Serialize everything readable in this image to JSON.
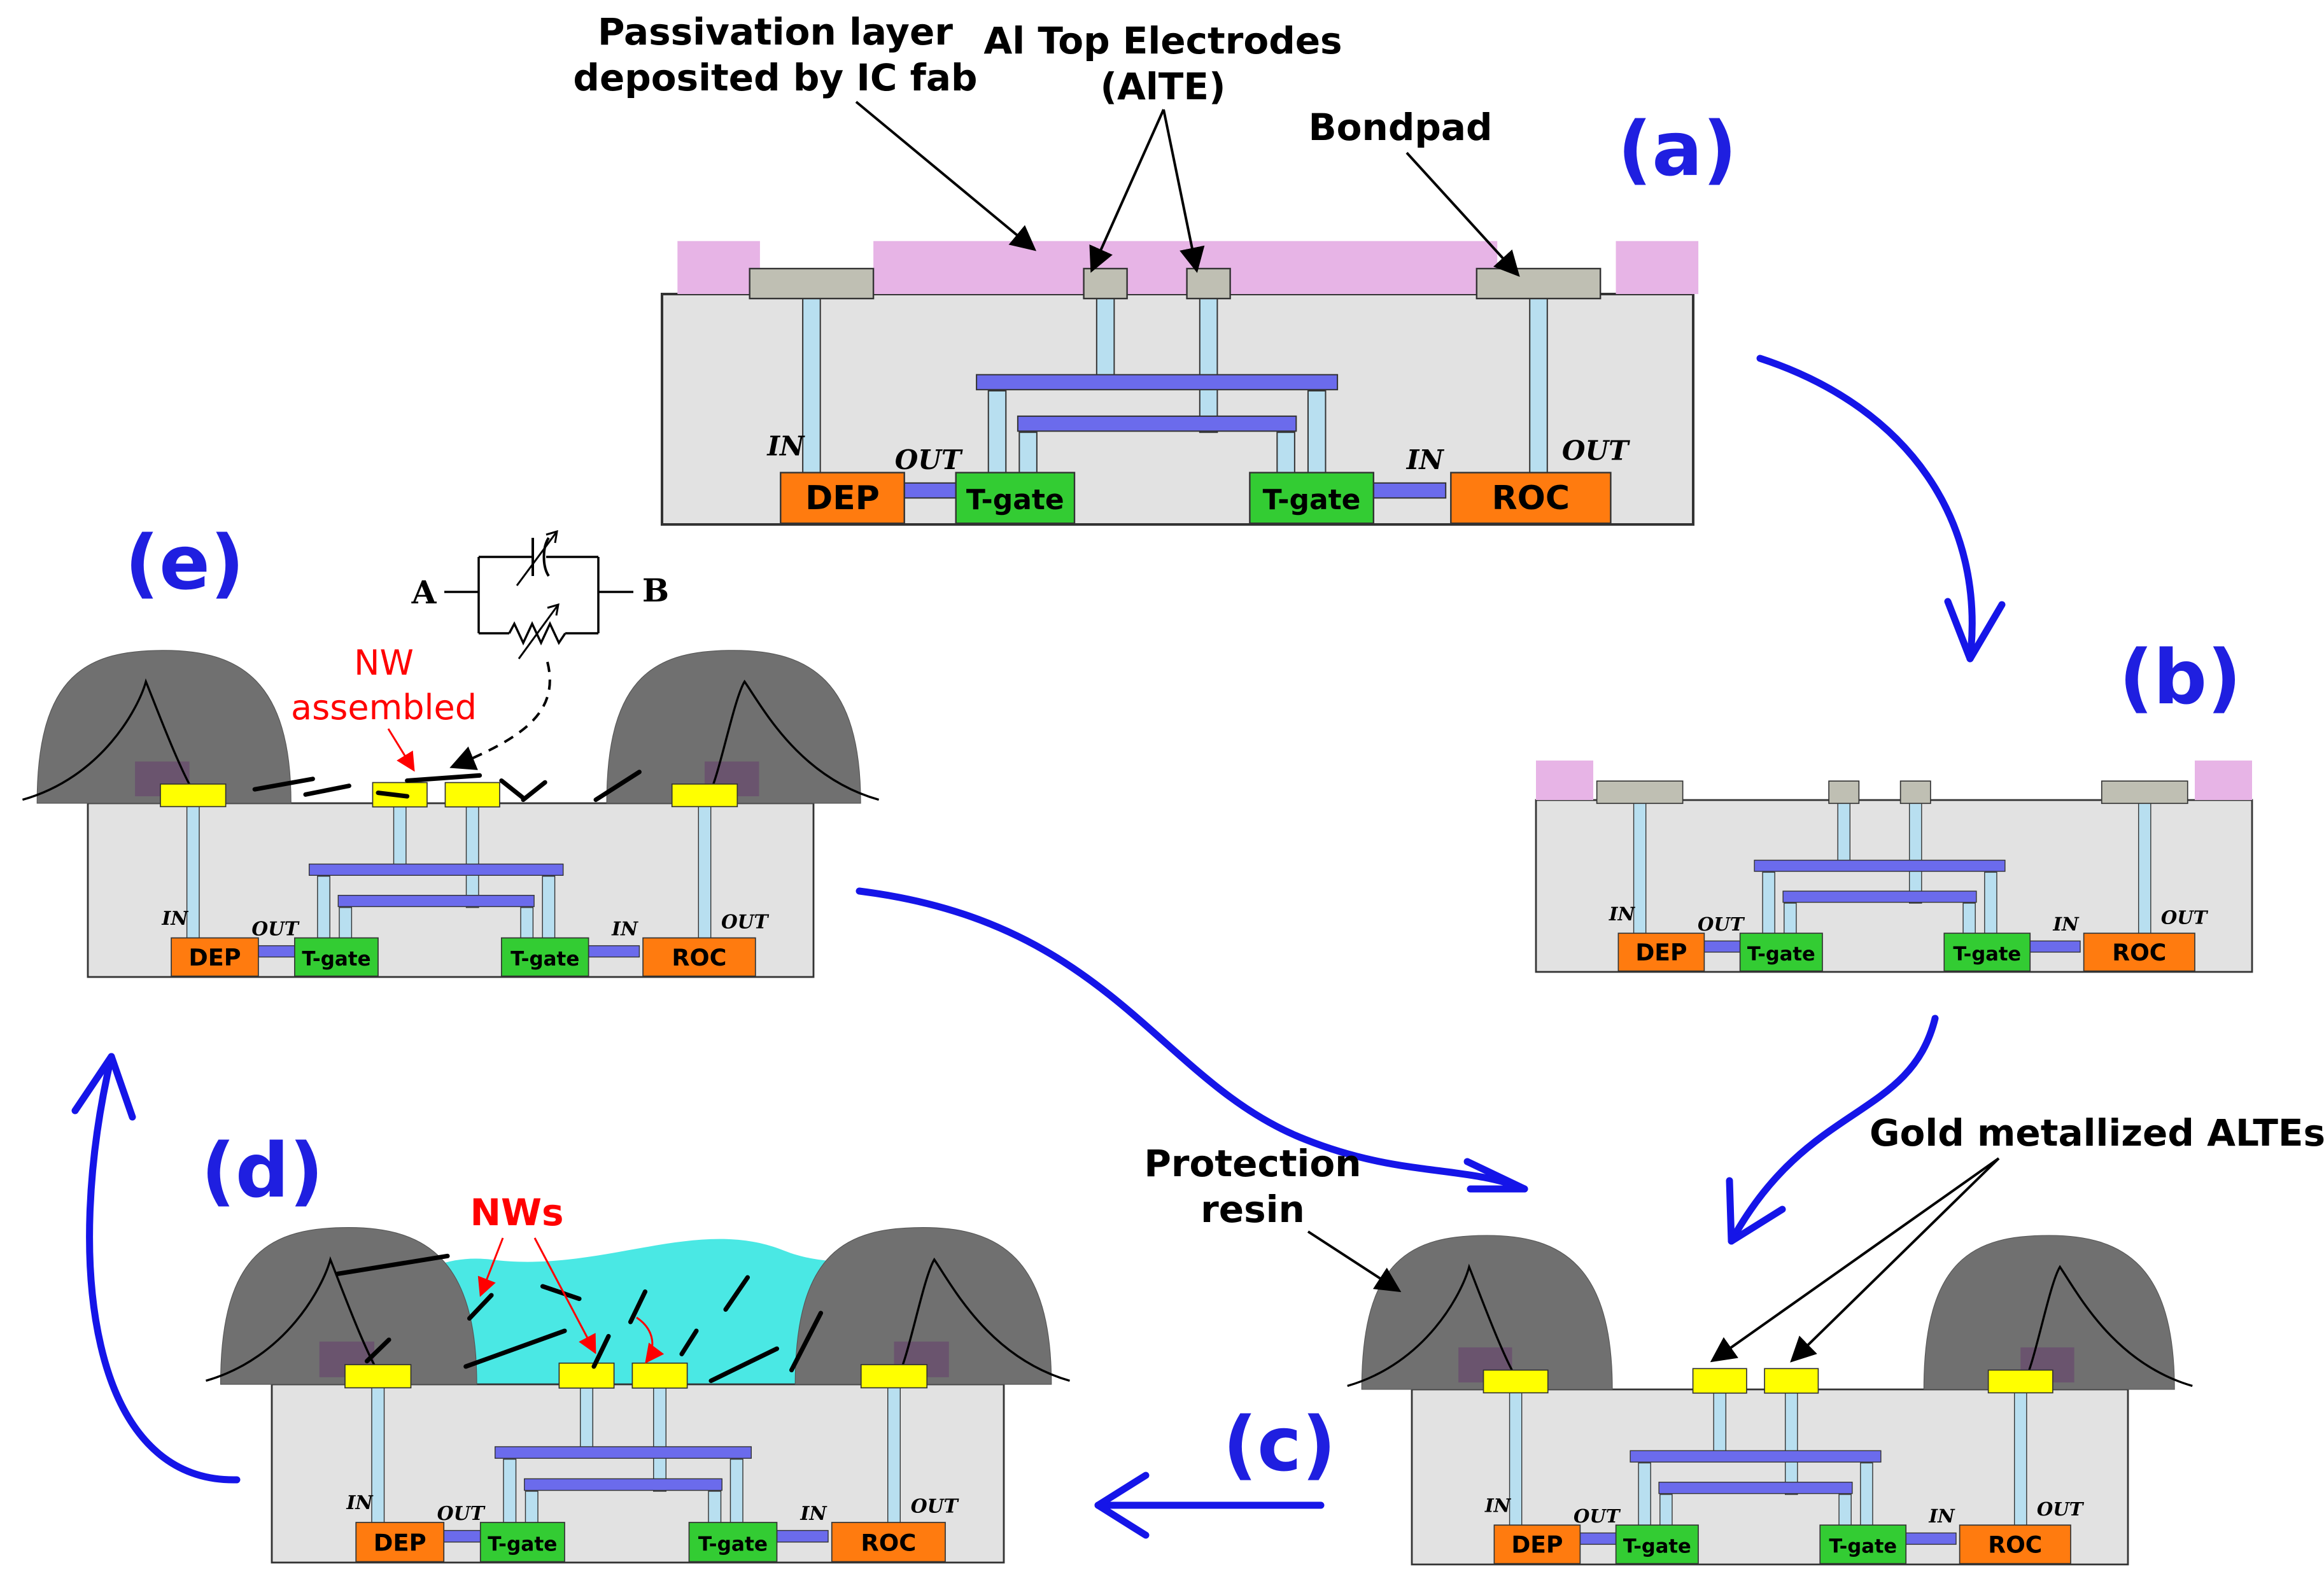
{
  "colors": {
    "substrate": "#e2e2e2",
    "outline": "#333333",
    "passivation": "#e7b4e6",
    "bondpad": "#bfbfb3",
    "via": "#b8dff0",
    "metal": "#6b6bec",
    "dep_roc": "#ff7b0f",
    "tgate": "#33cc33",
    "gold": "#ffff00",
    "resin": "#707070",
    "resin_inner": "#6a546e",
    "fluid": "#4ae8e4",
    "label_blue": "#1f1fe0",
    "arrow_blue": "#1515e8",
    "red": "#ff0000"
  },
  "callouts": {
    "passivation_line1": "Passivation layer",
    "passivation_line2": "deposited by IC fab",
    "alte_line1": "Al Top Electrodes",
    "alte_line2": "(AlTE)",
    "bondpad": "Bondpad",
    "resin_line1": "Protection",
    "resin_line2": "resin",
    "gold": "Gold metallized ALTEs",
    "nws": "NWs",
    "nw_line1": "NW",
    "nw_line2": "assembled"
  },
  "panels": {
    "a": {
      "letter": "(a)"
    },
    "b": {
      "letter": "(b)"
    },
    "c": {
      "letter": "(c)"
    },
    "d": {
      "letter": "(d)"
    },
    "e": {
      "letter": "(e)"
    }
  },
  "chip": {
    "dep": "DEP",
    "tgate": "T-gate",
    "roc": "ROC",
    "in": "IN",
    "out": "OUT"
  },
  "circuit": {
    "node_a": "A",
    "node_b": "B"
  }
}
